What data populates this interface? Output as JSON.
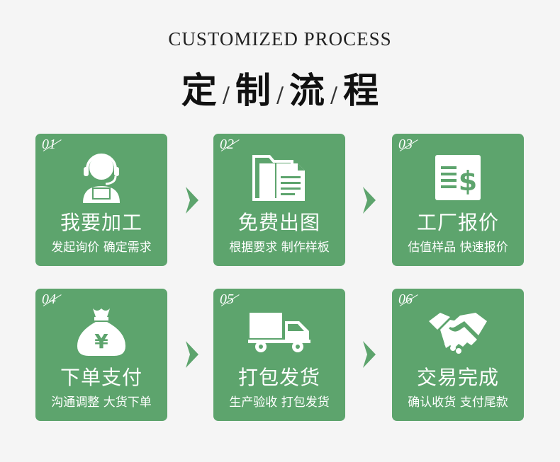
{
  "header": {
    "title_en": "CUSTOMIZED PROCESS",
    "title_zh": [
      "定",
      "制",
      "流",
      "程"
    ],
    "separator": "/"
  },
  "colors": {
    "card": "#5da46d",
    "arrow": "#5da46d",
    "background": "#f5f5f5"
  },
  "steps": [
    {
      "num": "01",
      "title": "我要加工",
      "subtitle": "发起询价 确定需求",
      "icon": "customer-service-icon"
    },
    {
      "num": "02",
      "title": "免费出图",
      "subtitle": "根据要求 制作样板",
      "icon": "folder-documents-icon"
    },
    {
      "num": "03",
      "title": "工厂报价",
      "subtitle": "估值样品 快速报价",
      "icon": "price-list-icon"
    },
    {
      "num": "04",
      "title": "下单支付",
      "subtitle": "沟通调整 大货下单",
      "icon": "money-bag-icon"
    },
    {
      "num": "05",
      "title": "打包发货",
      "subtitle": "生产验收 打包发货",
      "icon": "delivery-truck-icon"
    },
    {
      "num": "06",
      "title": "交易完成",
      "subtitle": "确认收货 支付尾款",
      "icon": "handshake-icon"
    }
  ]
}
